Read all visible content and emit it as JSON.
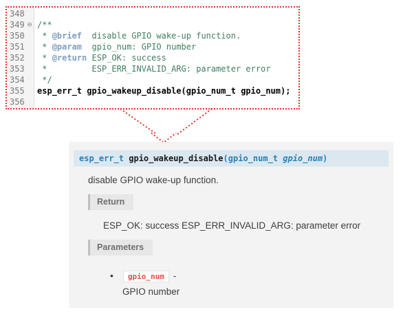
{
  "colors": {
    "highlight_border_red": "#e03127",
    "comment_green": "#3f7f5f",
    "doxygen_tag_blue": "#7f9fbf",
    "link_blue": "#2980b9",
    "literal_red": "#e74c3c",
    "signature_bg": "#dce8f0"
  },
  "editor": {
    "lines": [
      {
        "num": "348",
        "fold": "",
        "segments": []
      },
      {
        "num": "349",
        "fold": "⊖",
        "segments": [
          {
            "text": "/**",
            "style": "comment"
          }
        ]
      },
      {
        "num": "350",
        "fold": "",
        "segments": [
          {
            "text": " * ",
            "style": "comment"
          },
          {
            "text": "@brief",
            "style": "tag"
          },
          {
            "text": "  disable GPIO wake-up function.",
            "style": "comment"
          }
        ]
      },
      {
        "num": "351",
        "fold": "",
        "segments": [
          {
            "text": " * ",
            "style": "comment"
          },
          {
            "text": "@param",
            "style": "tag"
          },
          {
            "text": "  gpio_num: GPIO number",
            "style": "comment"
          }
        ]
      },
      {
        "num": "352",
        "fold": "",
        "segments": [
          {
            "text": " * ",
            "style": "comment"
          },
          {
            "text": "@return",
            "style": "tag"
          },
          {
            "text": " ESP_OK: success",
            "style": "comment"
          }
        ]
      },
      {
        "num": "353",
        "fold": "",
        "segments": [
          {
            "text": " *         ESP_ERR_INVALID_ARG: parameter error",
            "style": "comment"
          }
        ]
      },
      {
        "num": "354",
        "fold": "",
        "segments": [
          {
            "text": " */",
            "style": "comment"
          }
        ]
      },
      {
        "num": "355",
        "fold": "",
        "segments": [
          {
            "text": "esp_err_t gpio_wakeup_disable(gpio_num_t gpio_num);",
            "style": "code"
          }
        ]
      },
      {
        "num": "356",
        "fold": "",
        "segments": []
      }
    ]
  },
  "doc": {
    "signature": {
      "return_type": "esp_err_t ",
      "name": "gpio_wakeup_disable",
      "args_open": "(",
      "param_type": "gpio_num_t ",
      "param_name": "gpio_num",
      "args_close": ")"
    },
    "description": "disable GPIO wake-up function.",
    "sections": {
      "return": {
        "heading": "Return",
        "text": "ESP_OK: success ESP_ERR_INVALID_ARG: parameter error"
      },
      "parameters": {
        "heading": "Parameters",
        "items": [
          {
            "bullet": "•",
            "name": "gpio_num",
            "separator": "-",
            "description": "GPIO number"
          }
        ]
      }
    }
  }
}
